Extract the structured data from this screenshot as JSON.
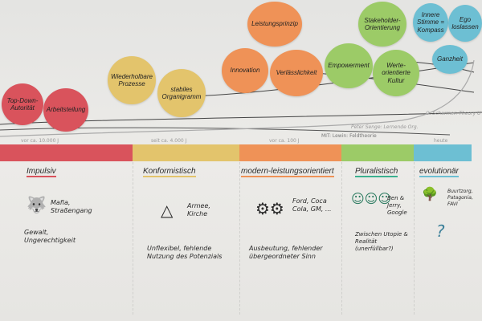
{
  "phases": [
    {
      "name": "Impulsiv",
      "era": "vor ca. 10.000 J",
      "color": "#d9535c",
      "circles": [
        "Top-Down-Autorität",
        "Arbeitsteilung"
      ],
      "example": "Mafia, Straßengang",
      "drawback": "Gewalt, Ungerechtigkeit"
    },
    {
      "name": "Konformistisch",
      "era": "seit ca. 4.000 J",
      "color": "#e3c46c",
      "circles": [
        "Wiederholbare Prozesse",
        "stabiles Organigramm"
      ],
      "example": "Armee, Kirche",
      "drawback": "Unflexibel, fehlende Nutzung des Potenzials"
    },
    {
      "name": "modern-leistungsorientiert",
      "era": "vor ca. 100 J",
      "color": "#ef9257",
      "circles": [
        "Leistungsprinzip",
        "Innovation",
        "Verlässlichkeit"
      ],
      "example": "Ford, Coca Cola, GM, ...",
      "drawback": "Ausbeutung, fehlender übergeordneter Sinn"
    },
    {
      "name": "Pluralistisch",
      "era": "MIT: Lewin: Feldtheorie",
      "color": "#9ccb67",
      "circles": [
        "Stakeholder-Orientierung",
        "Empowerment",
        "Werte-orientierte Kultur"
      ],
      "example": "Ben & Jerry, Google",
      "drawback": "Zwischen Utopie & Realität (unerfüllbar?)"
    },
    {
      "name": "evolutionär",
      "era": "heute",
      "color": "#6dbfd3",
      "circles": [
        "Innere Stimme = Kompass",
        "Ego loslassen",
        "Ganzheit"
      ],
      "example": "Buurtzorg, Patagonia, FAVI",
      "drawback": "?"
    }
  ],
  "annotations": {
    "trend_note": "Peter Senge: Lernende Org.",
    "trend_note2": "O. Scharmer: Theory U"
  }
}
